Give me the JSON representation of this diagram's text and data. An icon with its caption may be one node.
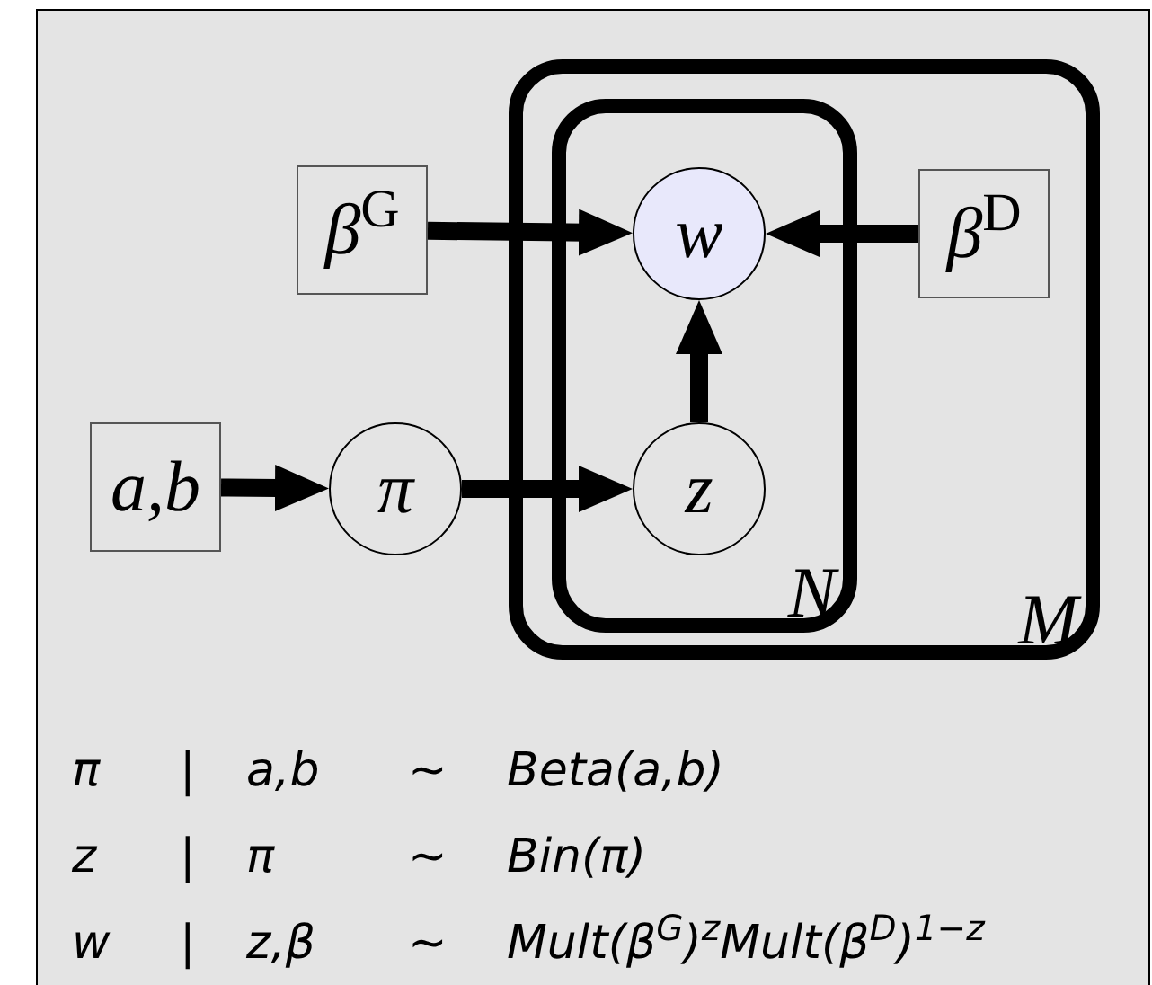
{
  "diagram": {
    "nodes": [
      {
        "text": [
          "M"
        ]
      },
      {
        "text": [
          "N"
        ],
        "in": 0
      },
      {
        "text": [
          "β$^{G}$"
        ]
      },
      {
        "text": [
          "w"
        ],
        "in": 1
      },
      {
        "text": [
          "β$^{D}$"
        ],
        "in": 0
      },
      {
        "text": [
          "a,b"
        ]
      },
      {
        "text": [
          "π"
        ]
      },
      {
        "text": [
          "z"
        ],
        "in": 1
      }
    ],
    "edges": [
      {
        "from": 2,
        "to": 3,
        "arrow": "to"
      },
      {
        "from": 4,
        "to": 3,
        "arrow": "to"
      },
      {
        "from": 7,
        "to": 3,
        "arrow": "to"
      },
      {
        "from": 5,
        "to": 6,
        "arrow": "to"
      },
      {
        "from": 6,
        "to": 7,
        "arrow": "to"
      }
    ],
    "labels": [
      "π",
      "|",
      "a,b",
      "~",
      "Beta(a,b)",
      "z",
      "|",
      "π",
      "~",
      "Bin(π)",
      "w",
      "|",
      "z,β",
      "~",
      "Mult(β$^{G}$)$^{z}$Mult(β$^{D}$)$^{1−z}$"
    ]
  }
}
